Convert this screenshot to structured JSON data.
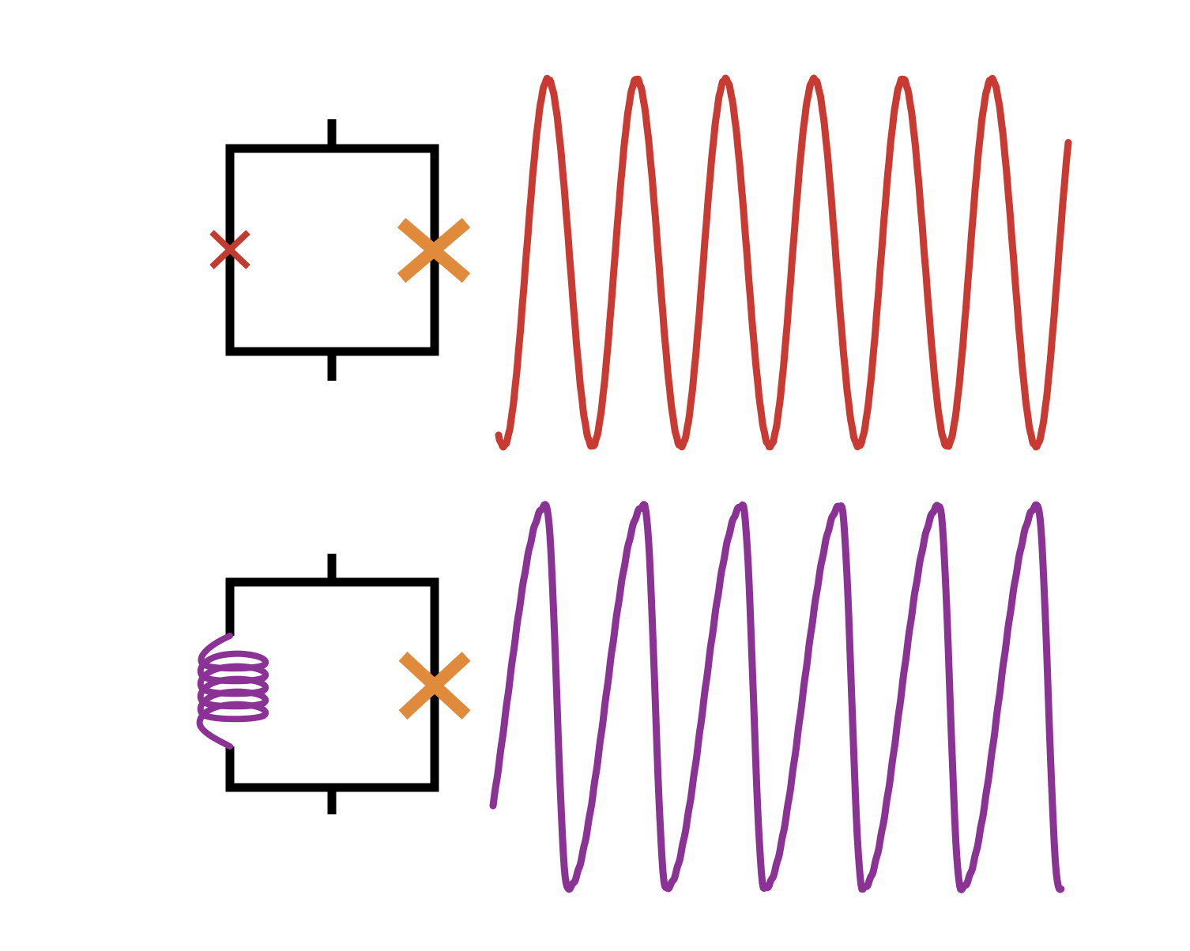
{
  "colors": {
    "background": "#ffffff",
    "circuit_wire": "#000000",
    "small_junction": "#c23b31",
    "large_junction": "#e08a3c",
    "inductor": "#8a3394",
    "top_waveform": "#c93a32",
    "bottom_waveform": "#8a3394"
  },
  "circuits": [
    {
      "id": "top",
      "left_element": "small-josephson-junction",
      "right_element": "large-josephson-junction",
      "waveform": {
        "cycles": 6,
        "shape": "symmetric oscillation"
      }
    },
    {
      "id": "bottom",
      "left_element": "inductor-coil",
      "right_element": "large-josephson-junction",
      "waveform": {
        "cycles": 6,
        "shape": "asymmetric sawtooth-like oscillation"
      }
    }
  ]
}
